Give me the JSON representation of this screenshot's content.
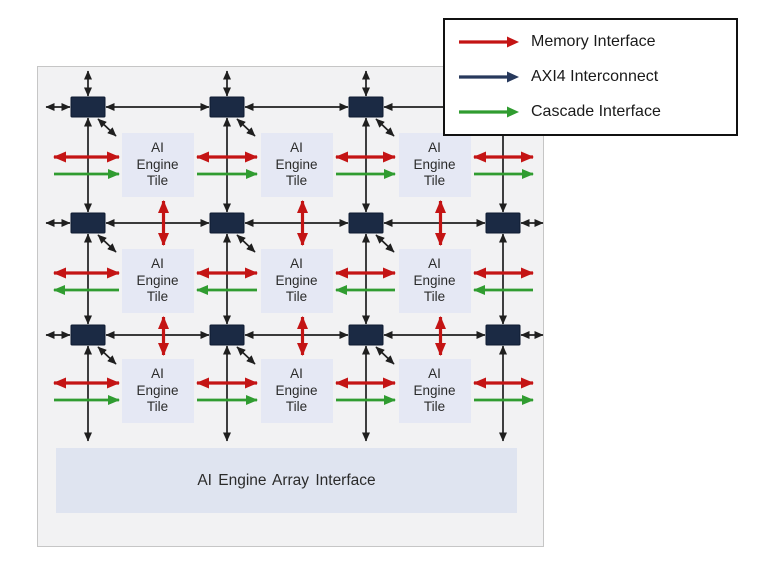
{
  "legend": {
    "items": [
      {
        "id": "memory-interface",
        "label": "Memory Interface",
        "color": "#C41414"
      },
      {
        "id": "axi4-interconnect",
        "label": "AXI4 Interconnect",
        "color": "#27395C"
      },
      {
        "id": "cascade-interface",
        "label": "Cascade Interface",
        "color": "#309C30"
      }
    ]
  },
  "tiles": [
    {
      "row": 1,
      "col": 1,
      "label": "AI Engine Tile"
    },
    {
      "row": 1,
      "col": 2,
      "label": "AI Engine Tile"
    },
    {
      "row": 1,
      "col": 3,
      "label": "AI Engine Tile"
    },
    {
      "row": 2,
      "col": 1,
      "label": "AI Engine Tile"
    },
    {
      "row": 2,
      "col": 2,
      "label": "AI Engine Tile"
    },
    {
      "row": 2,
      "col": 3,
      "label": "AI Engine Tile"
    },
    {
      "row": 3,
      "col": 1,
      "label": "AI Engine Tile"
    },
    {
      "row": 3,
      "col": 2,
      "label": "AI Engine Tile"
    },
    {
      "row": 3,
      "col": 3,
      "label": "AI Engine Tile"
    }
  ],
  "array_interface": {
    "label": "AI Engine Array Interface"
  },
  "colors": {
    "memory_arrow": "#C41414",
    "cascade_arrow": "#309C30",
    "axi4_legend_arrow": "#27395C",
    "mesh_line": "#1f1f1f",
    "switch_fill": "#1B2A44",
    "switch_border": "#0E1B30",
    "tile_bg": "#E5E8F4",
    "array_interface_bg": "#DFE4F0",
    "panel_bg": "#F2F2F3",
    "panel_border": "#C6C6C6",
    "legend_border": "#111111",
    "text": "#2B2B2B"
  }
}
